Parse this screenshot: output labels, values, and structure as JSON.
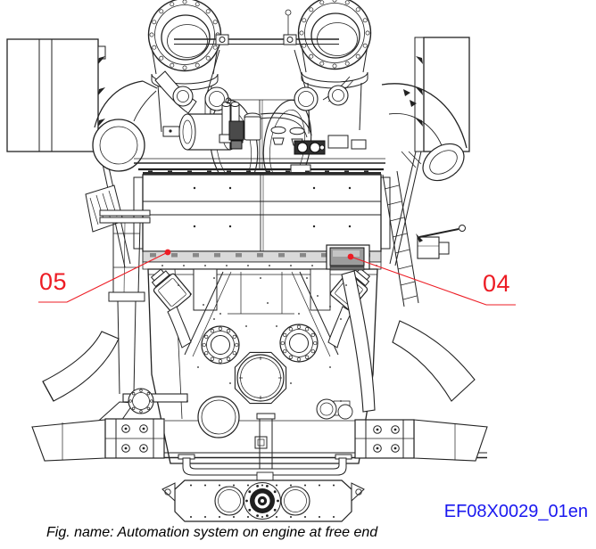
{
  "figure": {
    "caption": "Fig. name: Automation system on engine at free end",
    "reference_code": "EF08X0029_01en",
    "callouts": [
      {
        "label": "05"
      },
      {
        "label": "04"
      }
    ],
    "colors": {
      "callout_red": "#ed1c24",
      "reference_blue": "#1a18ef",
      "line_art": "#222222",
      "background": "#ffffff"
    }
  }
}
